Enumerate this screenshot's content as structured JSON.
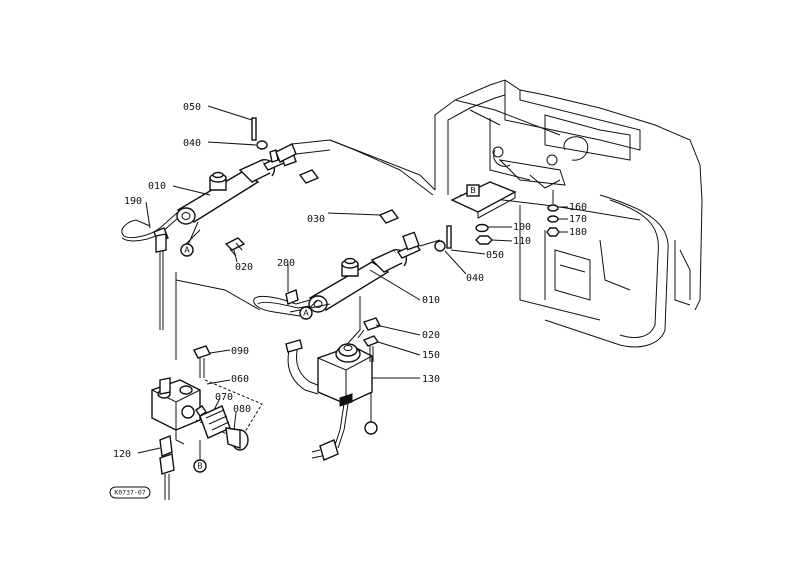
{
  "parts": {
    "p010_upper": "010",
    "p010_lower": "010",
    "p020_upper": "020",
    "p020_lower": "020",
    "p030": "030",
    "p040_upper": "040",
    "p040_lower": "040",
    "p050_upper": "050",
    "p050_lower": "050",
    "p060": "060",
    "p070": "070",
    "p080": "080",
    "p090": "090",
    "p100": "100",
    "p110": "110",
    "p120": "120",
    "p130": "130",
    "p150": "150",
    "p160": "160",
    "p170": "170",
    "p180": "180",
    "p190": "190",
    "p200": "200"
  },
  "markers": {
    "a_upper": "A",
    "a_lower": "A",
    "b_lower": "B",
    "b_frame": "B"
  },
  "drawing_code": "K0737-07"
}
